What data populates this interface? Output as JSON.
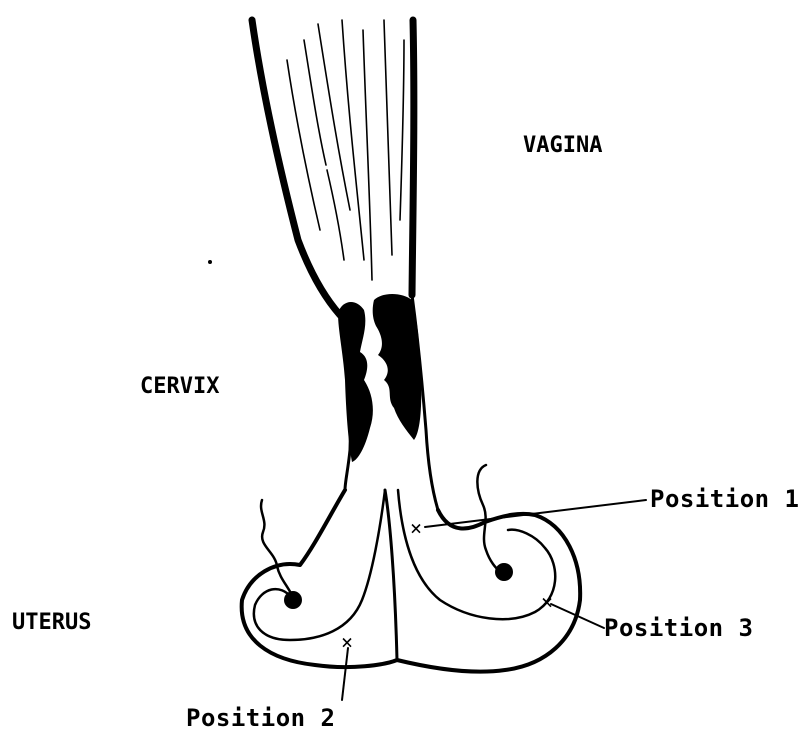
{
  "labels": {
    "vagina": "VAGINA",
    "cervix": "CERVIX",
    "uterus": "UTERUS",
    "position_1": "Position 1",
    "position_2": "Position 2",
    "position_3": "Position 3"
  },
  "markers": {
    "symbol": "×"
  },
  "colors": {
    "ink": "#000000",
    "background": "#ffffff"
  }
}
